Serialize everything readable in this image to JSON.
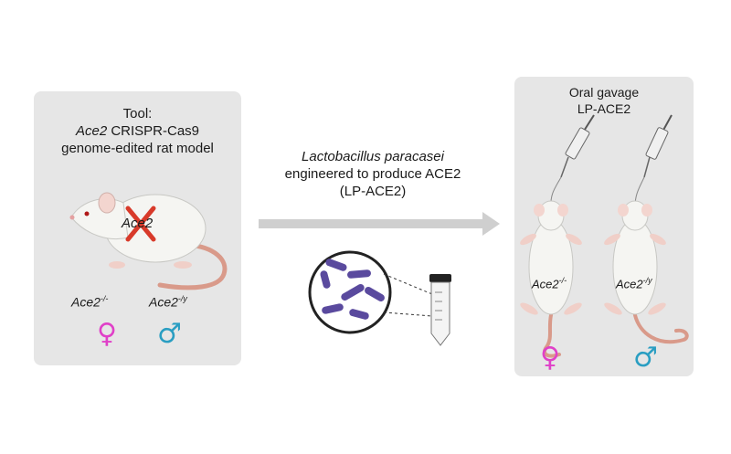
{
  "tool": {
    "line1": "Tool:",
    "gene": "Ace2",
    "line2_rest": " CRISPR-Cas9",
    "line3": "genome-edited rat model"
  },
  "rat_label": "Ace2",
  "genotypes": {
    "female": {
      "gene": "Ace2",
      "sup": "-/-"
    },
    "male": {
      "gene": "Ace2",
      "sup": "-/y"
    }
  },
  "middle": {
    "line1": "Lactobacillus paracasei",
    "line2": "engineered to produce ACE2",
    "line3": "(LP-ACE2)"
  },
  "right": {
    "title1": "Oral gavage",
    "title2": "LP-ACE2",
    "rat1": {
      "gene": "Ace2",
      "sup": "-/-"
    },
    "rat2": {
      "gene": "Ace2",
      "sup": "-/y"
    }
  },
  "symbols": {
    "female": "♀",
    "male": "♂"
  },
  "colors": {
    "female": "#e040c8",
    "male": "#2a9ec2",
    "bacteria": "#5a4a9e",
    "cross": "#d83a2a",
    "tail": "#d99a8a"
  }
}
